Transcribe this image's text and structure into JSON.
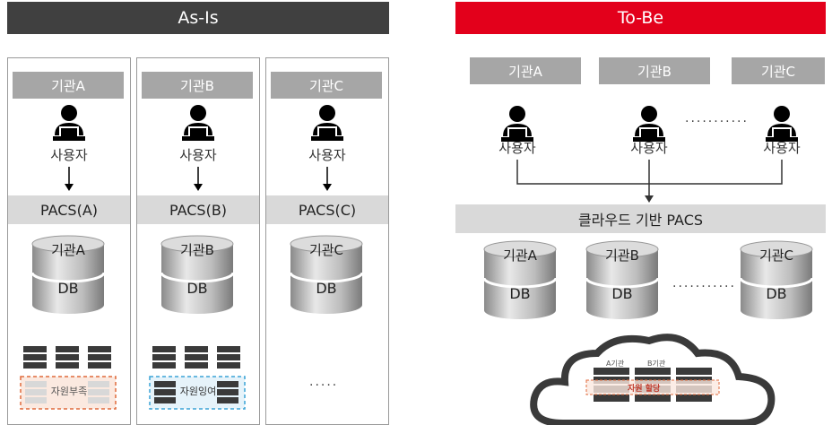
{
  "asis": {
    "title": "As-Is",
    "columns": [
      {
        "tag": "기관A",
        "user": "사용자",
        "pacs": "PACS(A)",
        "db_top": "기관A",
        "db": "DB",
        "server_label": "자원부족"
      },
      {
        "tag": "기관B",
        "user": "사용자",
        "pacs": "PACS(B)",
        "db_top": "기관B",
        "db": "DB",
        "server_label": "자원잉여"
      },
      {
        "tag": "기관C",
        "user": "사용자",
        "pacs": "PACS(C)",
        "db_top": "기관C",
        "db": "DB",
        "dots": "....."
      }
    ]
  },
  "tobe": {
    "title": "To-Be",
    "tags": [
      "기관A",
      "기관B",
      "기관C"
    ],
    "users": [
      "사용자",
      "사용자",
      "사용자"
    ],
    "user_dots": "...........",
    "cloud_pacs": "클라우드 기반 PACS",
    "dbs": [
      {
        "top": "기관A",
        "label": "DB"
      },
      {
        "top": "기관B",
        "label": "DB"
      },
      {
        "top": "기관C",
        "label": "DB"
      }
    ],
    "db_dots": "...........",
    "cloud_labels": [
      "A기관",
      "B기관"
    ],
    "cloud_center": "자원 할당"
  },
  "colors": {
    "asis_bar": "#404040",
    "tobe_bar": "#e3001b",
    "tag": "#a6a6a6",
    "pacs": "#d9d9d9",
    "shortage": "#e06a3c",
    "surplus": "#3aa3d6"
  }
}
